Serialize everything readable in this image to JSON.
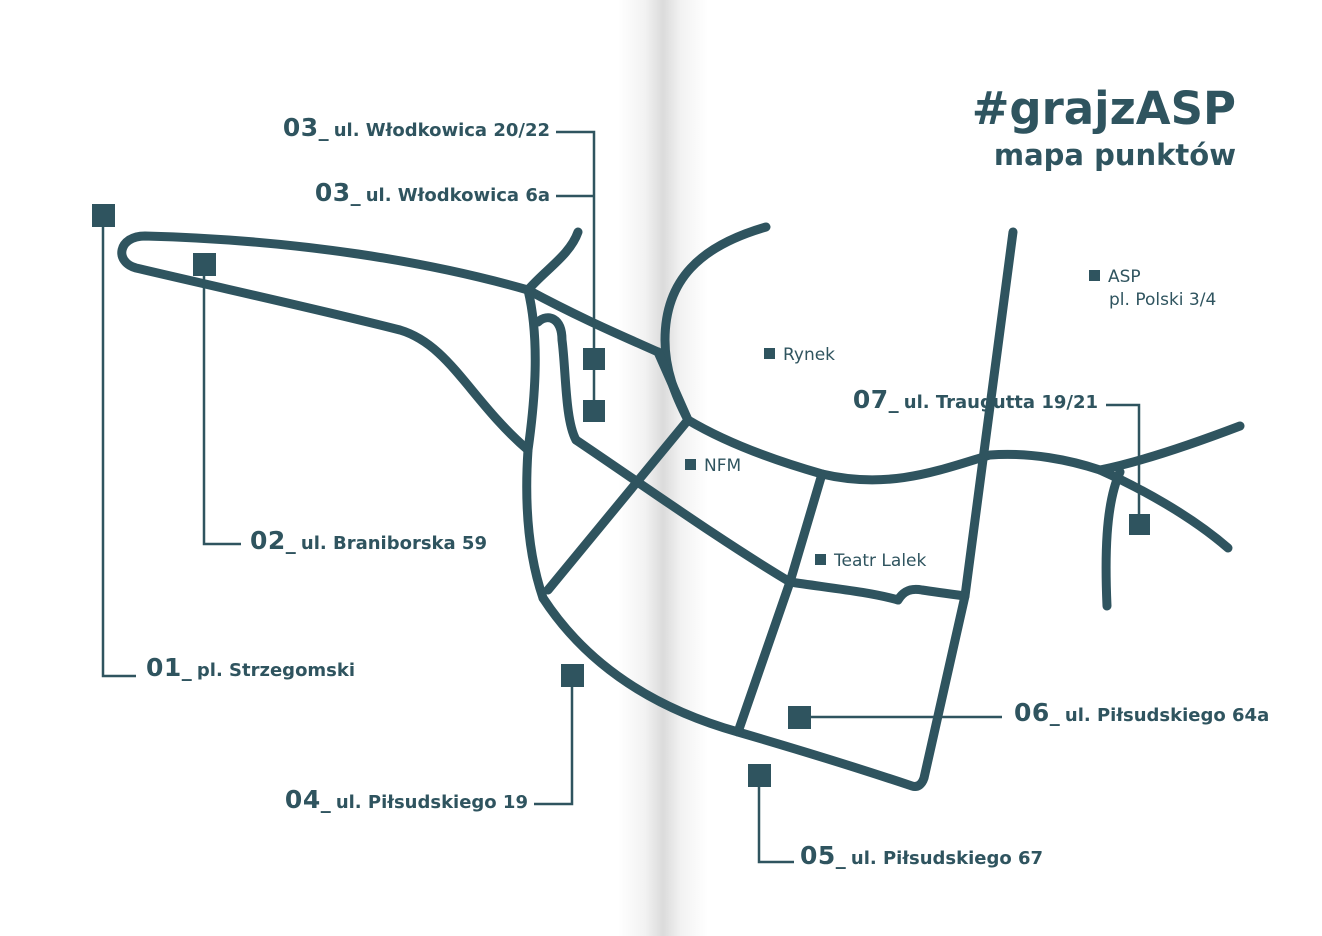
{
  "colors": {
    "ink": "#2f545f",
    "background": "#ffffff"
  },
  "title": {
    "hashtag": "#grajzASP",
    "subtitle": "mapa punktów"
  },
  "markers": [
    {
      "id": "01",
      "dash": "_",
      "address": "pl. Strzegomski"
    },
    {
      "id": "02",
      "dash": "_",
      "address": "ul. Braniborska 59"
    },
    {
      "id": "03",
      "dash": "_",
      "address": "ul. Włodkowica 20/22"
    },
    {
      "id": "03",
      "dash": "_",
      "address": "ul. Włodkowica 6a"
    },
    {
      "id": "04",
      "dash": "_",
      "address": "ul. Piłsudskiego 19"
    },
    {
      "id": "05",
      "dash": "_",
      "address": "ul. Piłsudskiego 67"
    },
    {
      "id": "06",
      "dash": "_",
      "address": "ul. Piłsudskiego 64a"
    },
    {
      "id": "07",
      "dash": "_",
      "address": "ul. Traugutta 19/21"
    }
  ],
  "landmarks": {
    "rynek": "Rynek",
    "nfm": "NFM",
    "teatr": "Teatr Lalek",
    "asp_name": "ASP",
    "asp_address": "pl. Polski 3/4"
  }
}
